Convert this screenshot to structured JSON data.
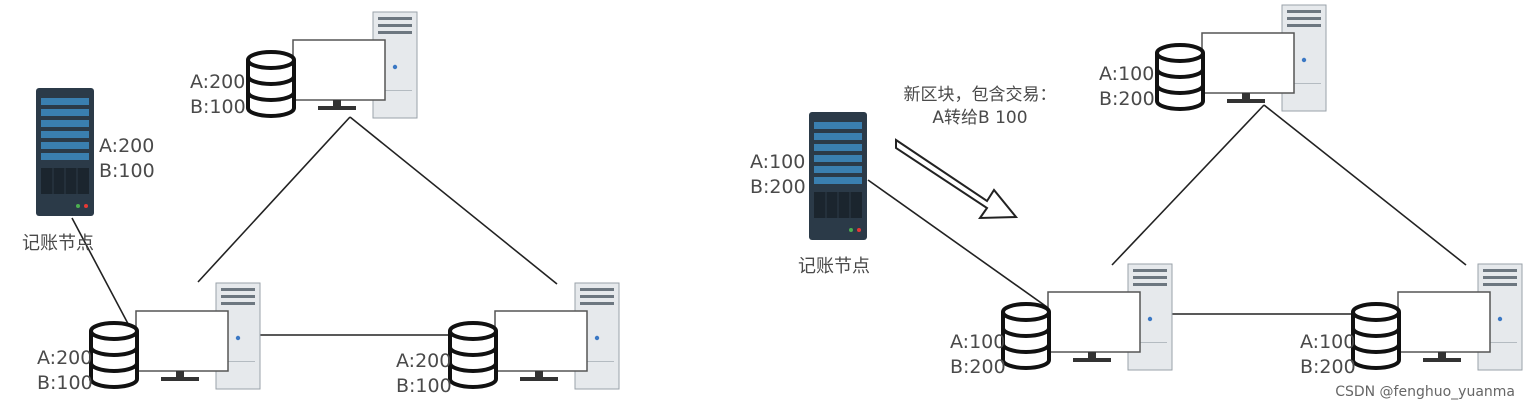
{
  "left_panel": {
    "accounting_node": {
      "balance_a": "A:200",
      "balance_b": "B:100",
      "label": "记账节点"
    },
    "node_top": {
      "balance_a": "A:200",
      "balance_b": "B:100"
    },
    "node_left": {
      "balance_a": "A:200",
      "balance_b": "B:100"
    },
    "node_right": {
      "balance_a": "A:200",
      "balance_b": "B:100"
    }
  },
  "right_panel": {
    "accounting_node": {
      "balance_a": "A:100",
      "balance_b": "B:200",
      "label": "记账节点"
    },
    "broadcast_note": {
      "line1": "新区块，包含交易：",
      "line2": "A转给B 100"
    },
    "node_top": {
      "balance_a": "A:100",
      "balance_b": "B:200"
    },
    "node_left": {
      "balance_a": "A:100",
      "balance_b": "B:200"
    },
    "node_right": {
      "balance_a": "A:100",
      "balance_b": "B:200"
    }
  },
  "watermark": "CSDN @fenghuo_yuanma",
  "colors": {
    "line": "#222222",
    "server_body": "#2b3a48",
    "server_panel": "#3a7fb0",
    "tower": "#e6e9ec",
    "monitor_border": "#555555"
  }
}
